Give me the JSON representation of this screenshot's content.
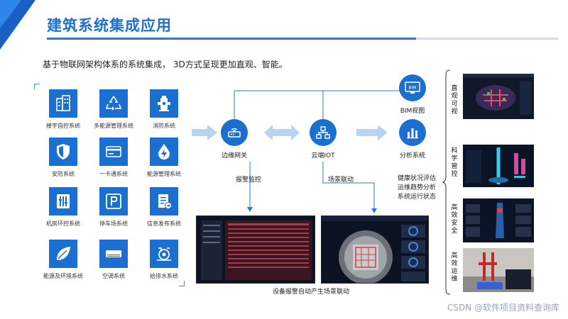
{
  "header": {
    "title": "建筑系统集成应用",
    "subtitle": "基于物联网架构体系的系统集成，  3D方式呈现更加直观、智能。"
  },
  "systems": [
    {
      "label": "楼宇自控系统",
      "icon": "building-icon"
    },
    {
      "label": "多能源管理系统",
      "icon": "recycle-icon"
    },
    {
      "label": "消防系统",
      "icon": "hydrant-icon"
    },
    {
      "label": "安防系统",
      "icon": "shield-icon"
    },
    {
      "label": "一卡通系统",
      "icon": "card-icon"
    },
    {
      "label": "能源管理系统",
      "icon": "drop-energy-icon"
    },
    {
      "label": "机房环控系统",
      "icon": "server-icon"
    },
    {
      "label": "停车场系统",
      "icon": "parking-icon"
    },
    {
      "label": "信息发布系统",
      "icon": "document-icon"
    },
    {
      "label": "能源及环境系统",
      "icon": "leaf-icon"
    },
    {
      "label": "空调系统",
      "icon": "ac-icon"
    },
    {
      "label": "给排水系统",
      "icon": "water-icon"
    }
  ],
  "nodes": {
    "edge": "边缘网关",
    "cloud": "云端IOT",
    "analysis": "分析系统",
    "bim": "BIM视图",
    "bim_badge": "BIM"
  },
  "flow": {
    "alarm": "报警监控",
    "scene": "场景联动",
    "caption": "设备报警自动产生场景联动"
  },
  "analysis_items": [
    "健康状况评估",
    "运维趋势分析",
    "系统运行状态"
  ],
  "right_labels": [
    "直观可视",
    "科学管控",
    "高效安全",
    "高效运维"
  ],
  "colors": {
    "primary": "#1a6fd0",
    "title": "#1f6fd1",
    "arrow": "#b9d3f0"
  },
  "watermark": "CSDN @软件项目资料查询库"
}
